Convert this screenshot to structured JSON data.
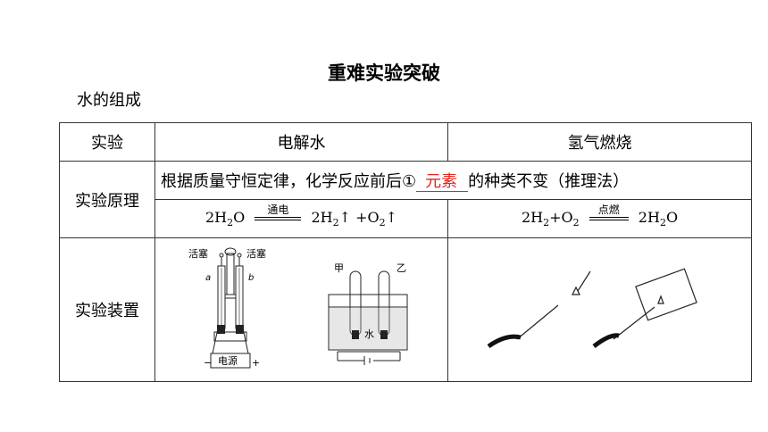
{
  "title": "重难实验突破",
  "subtitle": "水的组成",
  "table": {
    "header": [
      "实验",
      "电解水",
      "氢气燃烧"
    ],
    "principle_label": "实验原理",
    "principle_before": "根据质量守恒定律，化学反应前后①",
    "principle_answer": "元素",
    "principle_after": "的种类不变（推理法）",
    "eq1": {
      "left_a": "2H",
      "left_s": "2",
      "left_b": "O",
      "condition": "通电",
      "p1a": "2H",
      "p1s": "2",
      "arrow1": "↑",
      "plus": "+O",
      "p2s": "2",
      "arrow2": "↑"
    },
    "eq2": {
      "ra": "2H",
      "rs": "2",
      "rb": "+O",
      "rs2": "2",
      "condition": "点燃",
      "pa": "2H",
      "ps": "2",
      "pb": "O"
    },
    "apparatus_label": "实验装置",
    "apparatus_left_labels": {
      "valve_a": "活塞",
      "valve_b": "活塞",
      "tube_a": "a",
      "tube_b": "b",
      "power": "电源",
      "neg": "−",
      "pos": "+",
      "jia": "甲",
      "yi": "乙",
      "water": "水"
    }
  },
  "colors": {
    "answer": "#e0281e",
    "border": "#333333"
  }
}
